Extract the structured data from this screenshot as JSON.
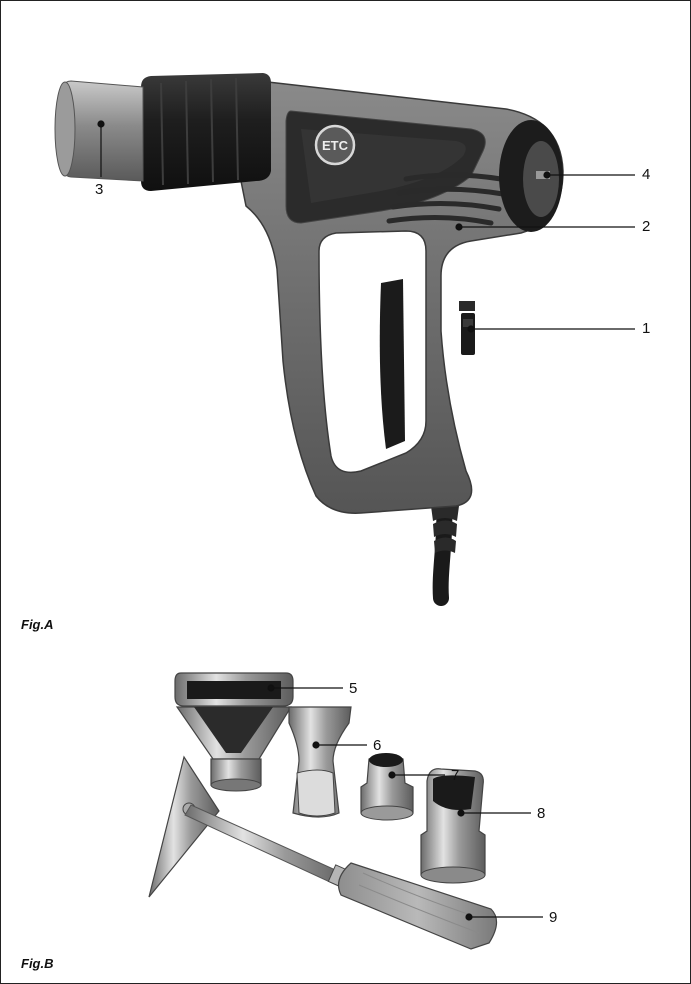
{
  "figure_a": {
    "label": "Fig.A",
    "brand_logo": "ETC",
    "callouts": [
      "1",
      "2",
      "3",
      "4"
    ]
  },
  "figure_b": {
    "label": "Fig.B",
    "callouts": [
      "5",
      "6",
      "7",
      "8",
      "9"
    ]
  }
}
